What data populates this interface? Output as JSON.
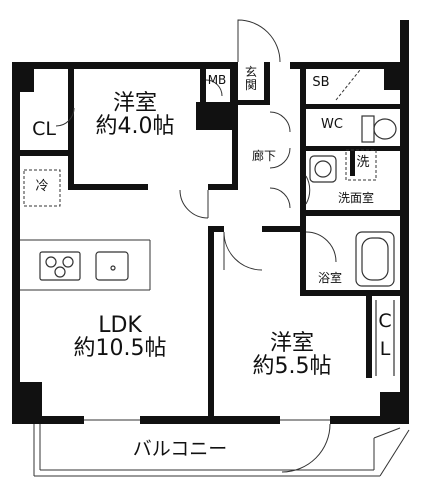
{
  "rooms": {
    "western1": {
      "name": "洋室",
      "size": "約4.0帖"
    },
    "western2": {
      "name": "洋室",
      "size": "約5.5帖"
    },
    "ldk": {
      "name": "LDK",
      "size": "約10.5帖"
    },
    "cl_left": "CL",
    "cl_right": [
      "C",
      "L"
    ],
    "mb": "MB",
    "entrance": [
      "玄",
      "関"
    ],
    "sb": "SB",
    "wc": "WC",
    "hallway": "廊下",
    "washing_machine": "洗",
    "washroom": "洗面室",
    "bathroom": "浴室",
    "fridge": "冷",
    "balcony": "バルコニー"
  }
}
